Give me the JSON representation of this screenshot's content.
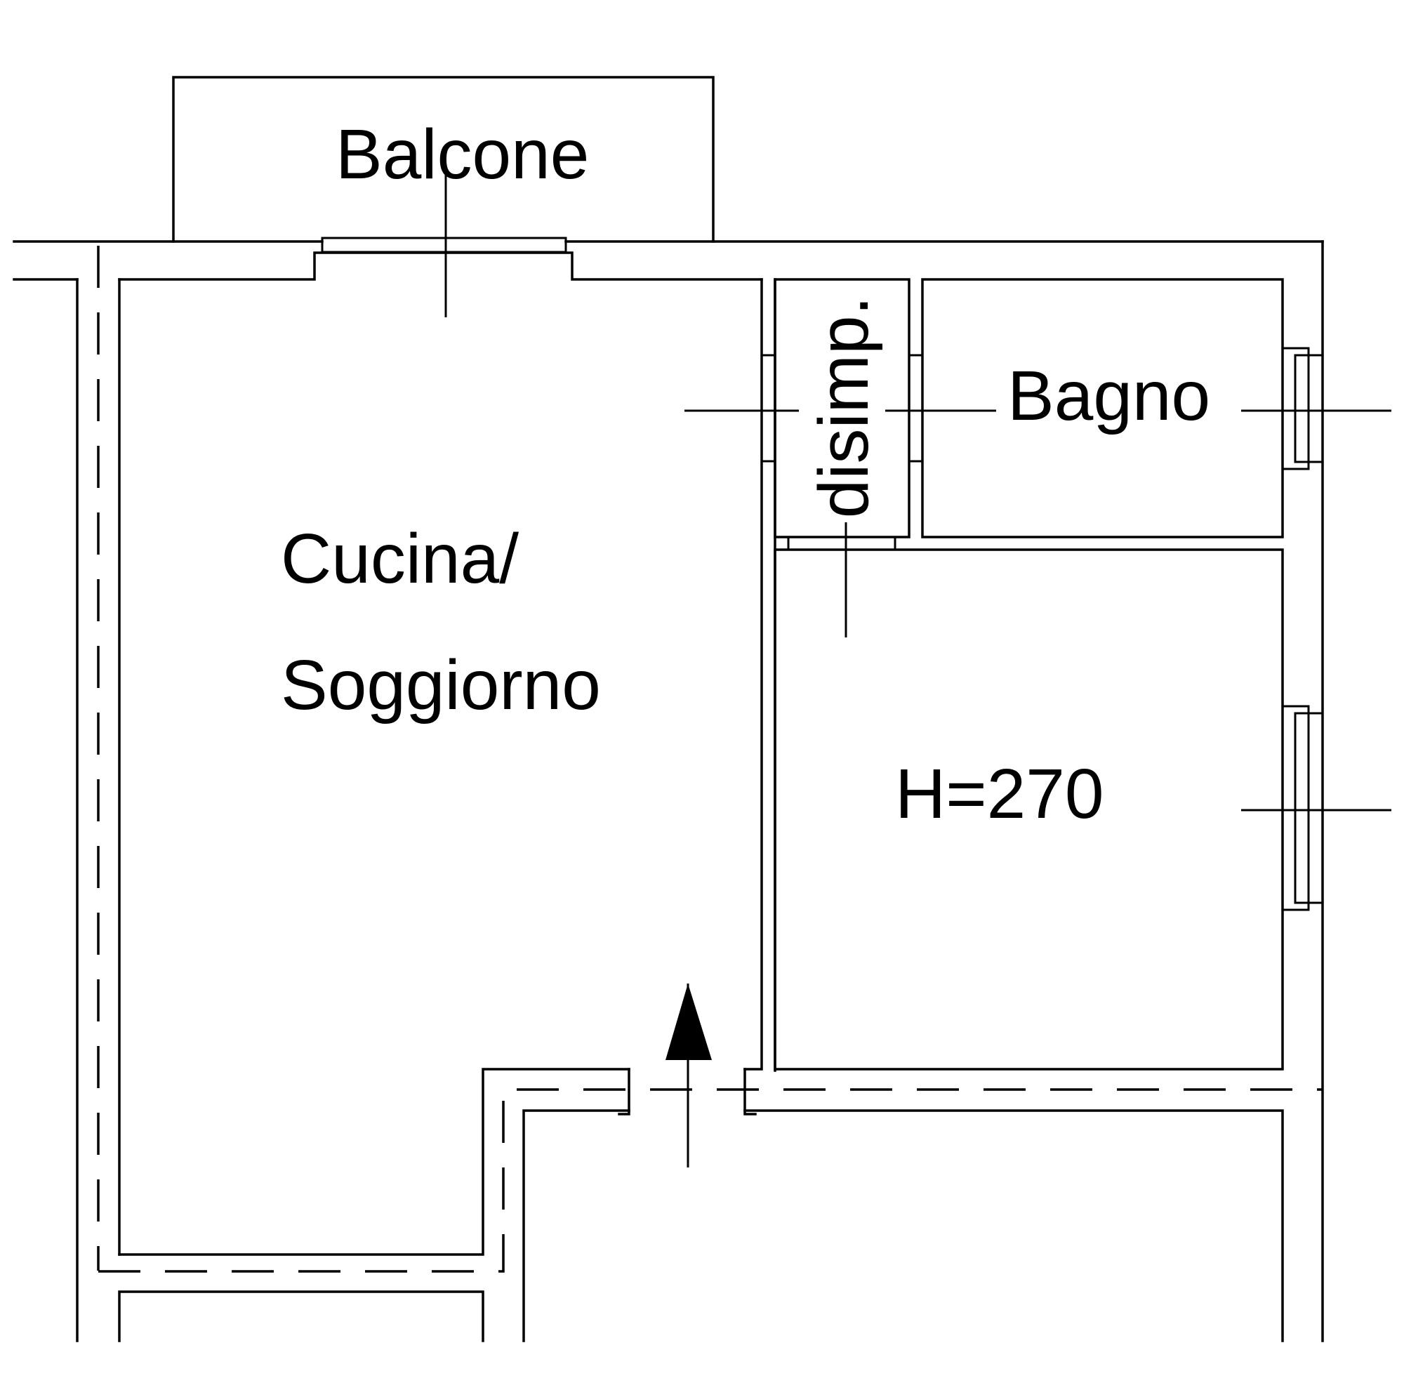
{
  "rooms": {
    "balcony": "Balcone",
    "kitchen_line1": "Cucina/",
    "kitchen_line2": "Soggiorno",
    "hallway": "disimp.",
    "bathroom": "Bagno",
    "room_height": "H=270"
  }
}
